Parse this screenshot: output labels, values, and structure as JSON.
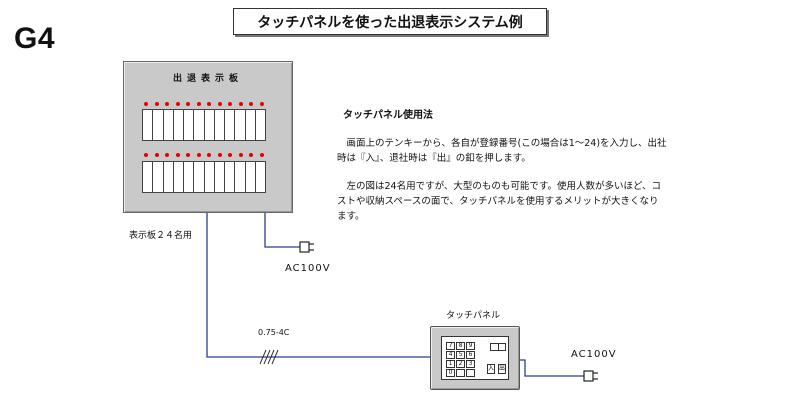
{
  "label": "G4",
  "title": "タッチパネルを使った出退表示システム例",
  "board": {
    "title": "出退表示板",
    "caption": "表示板２４名用",
    "rows": 2,
    "slots_per_row": 12
  },
  "power_label_1": "AC100V",
  "power_label_2": "AC100V",
  "cable_spec": "0.75-4C",
  "touch_panel": {
    "caption": "タッチパネル",
    "keys": [
      "7",
      "8",
      "9",
      "4",
      "5",
      "6",
      "1",
      "2",
      "3",
      "0",
      "",
      ""
    ],
    "button_in": "入",
    "button_out": "出"
  },
  "usage": {
    "title": "タッチパネル使用法",
    "paragraph_1": "　画面上のテンキーから、各自が登録番号(この場合は1〜24)を入力し、出社時は『入』、退社時は『出』の釦を押します。",
    "paragraph_2": "　左の図は24名用ですが、大型のものも可能です。使用人数が多いほど、コストや収納スペースの面で、タッチパネルを使用するメリットが大きくなります。"
  },
  "colors": {
    "lamp": "#e60000",
    "panel_body": "#c9c9c9",
    "wire": "#2a3f8f"
  }
}
